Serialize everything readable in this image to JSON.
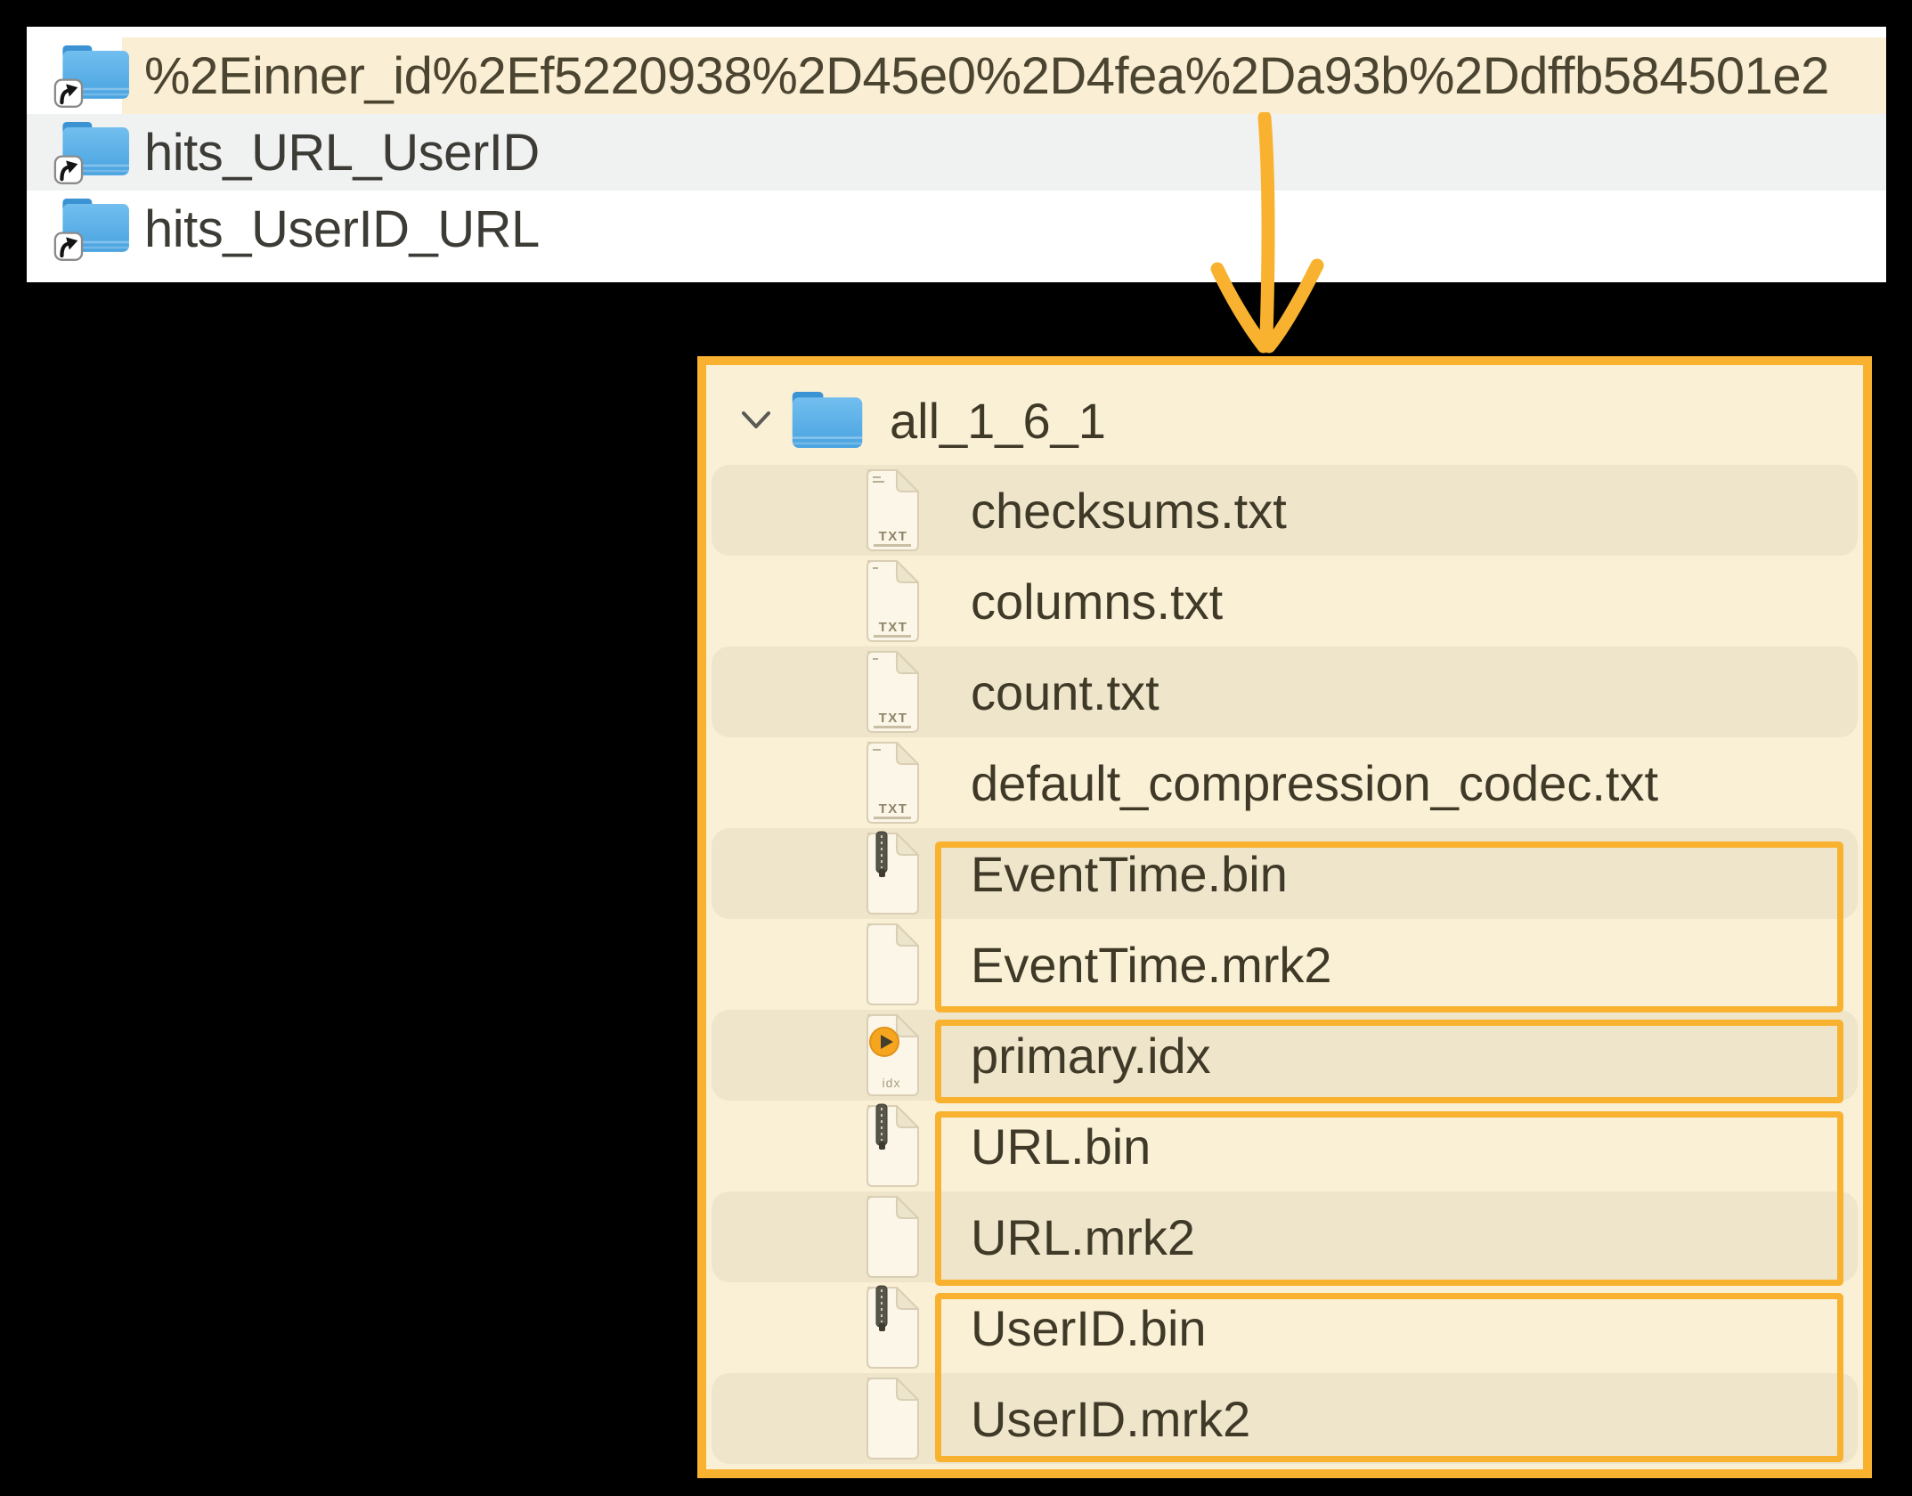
{
  "colors": {
    "orange": "#F9B230",
    "cream": "#FAF0D6",
    "cream_dark": "#EFE5CB",
    "highlight_cream": "#FAEFD5",
    "row_gray": "#F0F2F2",
    "text_dark": "#3F3927",
    "top_text": "#3C3B35",
    "white": "#FFFFFF"
  },
  "top_list": {
    "rows": [
      {
        "label": "%2Einner_id%2Ef5220938%2D45e0%2D4fea%2Da93b%2Ddffb584501e2",
        "icon": "folder-alias-icon",
        "highlighted": true
      },
      {
        "label": "hits_URL_UserID",
        "icon": "folder-alias-icon",
        "highlighted": false
      },
      {
        "label": "hits_UserID_URL",
        "icon": "folder-alias-icon",
        "highlighted": false
      }
    ]
  },
  "tree": {
    "root": {
      "label": "all_1_6_1",
      "icon": "folder-icon",
      "expanded": true
    },
    "txt_badge": "TXT",
    "idx_badge": "idx",
    "files": [
      {
        "label": "checksums.txt",
        "icon": "txt-file-icon"
      },
      {
        "label": "columns.txt",
        "icon": "txt-file-icon"
      },
      {
        "label": "count.txt",
        "icon": "txt-file-icon"
      },
      {
        "label": "default_compression_codec.txt",
        "icon": "txt-file-icon"
      },
      {
        "label": "EventTime.bin",
        "icon": "bin-file-icon"
      },
      {
        "label": "EventTime.mrk2",
        "icon": "generic-file-icon"
      },
      {
        "label": "primary.idx",
        "icon": "idx-file-icon"
      },
      {
        "label": "URL.bin",
        "icon": "bin-file-icon"
      },
      {
        "label": "URL.mrk2",
        "icon": "generic-file-icon"
      },
      {
        "label": "UserID.bin",
        "icon": "bin-file-icon"
      },
      {
        "label": "UserID.mrk2",
        "icon": "generic-file-icon"
      }
    ],
    "annotation_groups": [
      [
        "EventTime.bin",
        "EventTime.mrk2"
      ],
      [
        "primary.idx"
      ],
      [
        "URL.bin",
        "URL.mrk2"
      ],
      [
        "UserID.bin",
        "UserID.mrk2"
      ]
    ]
  }
}
